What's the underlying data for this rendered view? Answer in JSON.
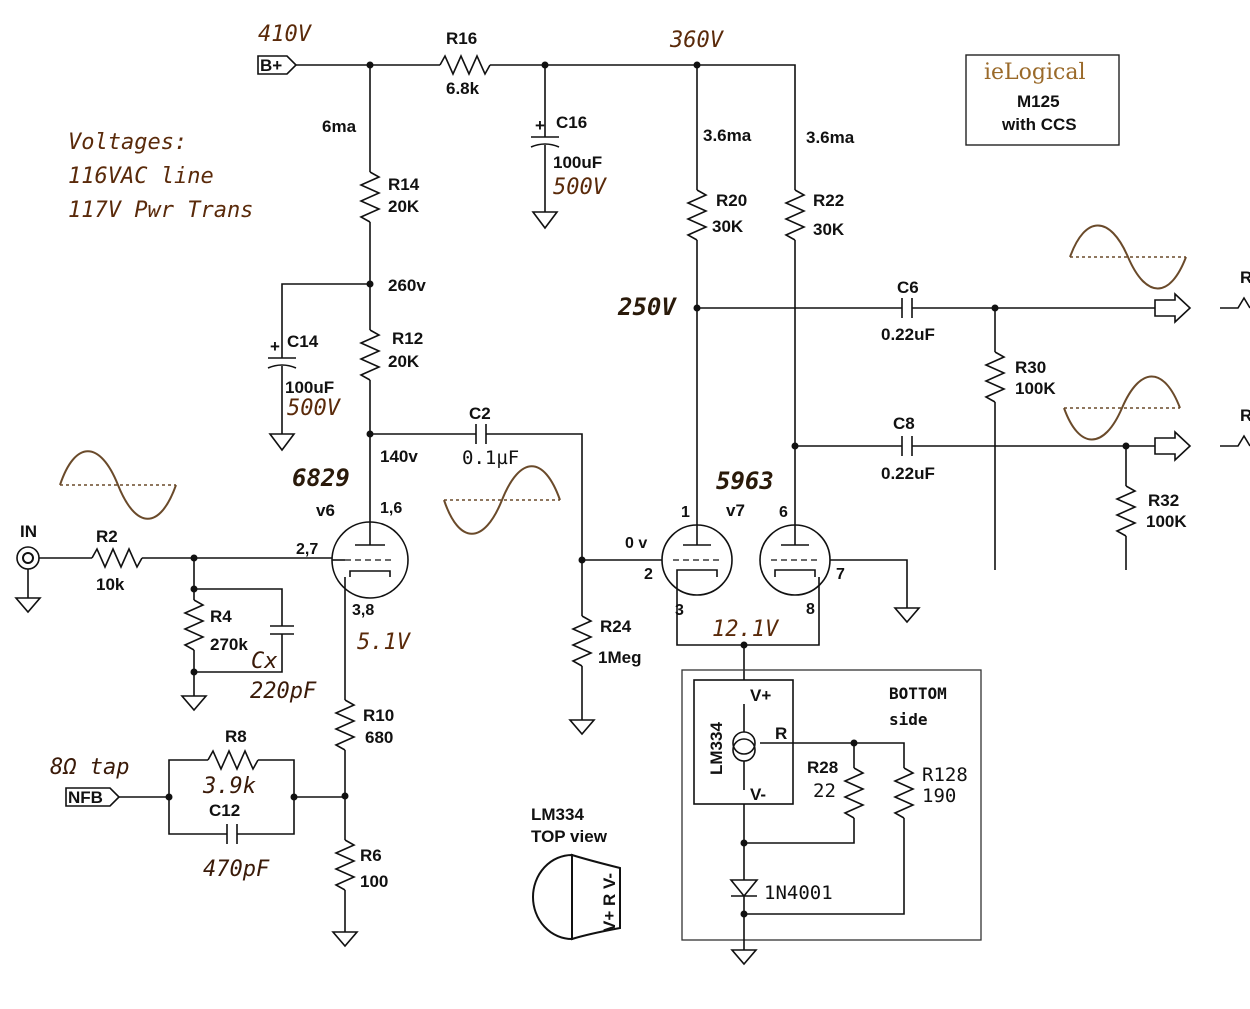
{
  "supply": {
    "b_plus": "B+",
    "v410": "410V",
    "v360": "360V",
    "v250": "250V",
    "v260": "260v",
    "v140": "140v",
    "ma6": "6ma",
    "ma36a": "3.6ma",
    "ma36b": "3.6ma"
  },
  "notes": {
    "title": "Voltages:",
    "line1": "116VAC line",
    "line2": "117V Pwr Trans"
  },
  "brand": {
    "name": "ieLogical",
    "model": "M125",
    "sub": "with CCS"
  },
  "components": {
    "r16": {
      "name": "R16",
      "value": "6.8k"
    },
    "r14": {
      "name": "R14",
      "value": "20K"
    },
    "r12": {
      "name": "R12",
      "value": "20K"
    },
    "r20": {
      "name": "R20",
      "value": "30K"
    },
    "r22": {
      "name": "R22",
      "value": "30K"
    },
    "c16": {
      "name": "C16",
      "value": "100uF",
      "voltage": "500V"
    },
    "c14": {
      "name": "C14",
      "value": "100uF",
      "voltage": "500V"
    },
    "c2": {
      "name": "C2",
      "value": "0.1µF"
    },
    "c6": {
      "name": "C6",
      "value": "0.22uF"
    },
    "c8": {
      "name": "C8",
      "value": "0.22uF"
    },
    "r30": {
      "name": "R30",
      "value": "100K"
    },
    "r32": {
      "name": "R32",
      "value": "100K"
    },
    "r2": {
      "name": "R2",
      "value": "10k"
    },
    "r4": {
      "name": "R4",
      "value": "270k"
    },
    "cx": {
      "name": "Cx",
      "value": "220pF"
    },
    "r24": {
      "name": "R24",
      "value": "1Meg"
    },
    "r10": {
      "name": "R10",
      "value": "680"
    },
    "r6": {
      "name": "R6",
      "value": "100"
    },
    "r8": {
      "name": "R8",
      "value": "3.9k"
    },
    "c12": {
      "name": "C12",
      "value": "470pF"
    },
    "r28": {
      "name": "R28",
      "value": "22"
    },
    "r128": {
      "name": "R128",
      "value": "190"
    },
    "d1": {
      "name": "1N4001"
    }
  },
  "tubes": {
    "v6": {
      "type": "6829",
      "name": "v6",
      "pin_plate": "1,6",
      "pin_grid": "2,7",
      "pin_cathode": "3,8",
      "cathode_v": "5.1V"
    },
    "v7": {
      "type": "5963",
      "name": "v7",
      "grid_v": "0 v",
      "cathode_v": "12.1V",
      "pin1": "1",
      "pin2": "2",
      "pin3": "3",
      "pin6": "6",
      "pin7": "7",
      "pin8": "8"
    }
  },
  "io": {
    "in": "IN",
    "nfb": "NFB",
    "tap": "8Ω tap",
    "out1": "R",
    "out2": "R"
  },
  "ccs": {
    "chip": "LM334",
    "vplus": "V+",
    "vminus": "V-",
    "r": "R",
    "bottom": "BOTTOM",
    "side": "side"
  },
  "pkg": {
    "title": "LM334",
    "view": "TOP view",
    "pins": "V+ R V-"
  }
}
